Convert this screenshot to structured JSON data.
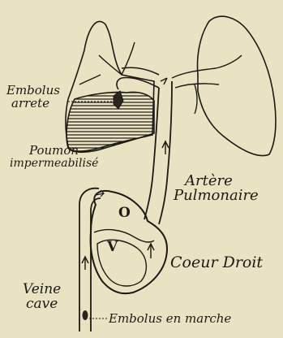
{
  "labels": {
    "embolus_arrete_1": "Embolus",
    "embolus_arrete_2": "arrete",
    "poumon_1": "Poumon",
    "poumon_2": "impermeabilisé",
    "artere_1": "Artère",
    "artere_2": "Pulmonaire",
    "chamber_o": "O",
    "chamber_v": "V",
    "coeur_droit": "Coeur Droit",
    "veine_1": "Veine",
    "veine_2": "cave",
    "embolus_marche": "Embolus en marche"
  },
  "colors": {
    "paper": "#e9e3c4",
    "ink": "#1c1a14"
  }
}
